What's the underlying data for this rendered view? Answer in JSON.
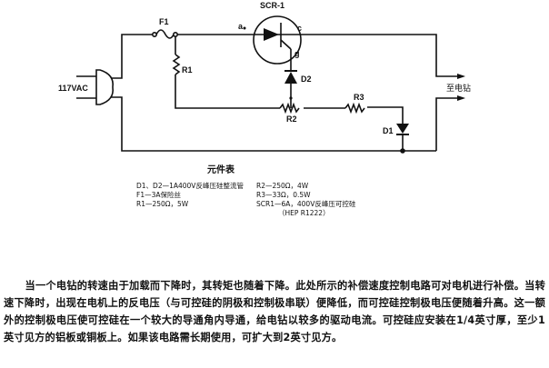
{
  "diagram": {
    "labels": {
      "source": "117VAC",
      "fuse": "F1",
      "r1": "R1",
      "scr": "SCR-1",
      "scr_anode": "a",
      "scr_cathode": "c",
      "scr_gate": "g",
      "d2": "D2",
      "r2": "R2",
      "r3": "R3",
      "d1": "D1",
      "output": "至电钻"
    }
  },
  "parts_list": {
    "title": "元件表",
    "left": [
      "D1、D2—1A400V反峰压硅整流管",
      "F1—3A保险丝",
      "R1—250Ω，5W"
    ],
    "right": [
      "R2—250Ω，4W",
      "R3—33Ω，0.5W",
      "SCR1—6A，400V反峰压可控硅",
      "（HEP R1222）"
    ]
  },
  "description": "当一个电钻的转速由于加载而下降时，其转矩也随着下降。此处所示的补偿速度控制电路可对电机进行补偿。当转速下降时，出现在电机上的反电压（与可控硅的阴极和控制极串联）便降低，而可控硅控制极电压便随着升高。这一额外的控制极电压使可控硅在一个较大的导通角内导通，给电钻以较多的驱动电流。可控硅应安装在1/4英寸厚，至少1英寸见方的铝板或铜板上。如果该电路需长期使用，可扩大到2英寸见方。"
}
